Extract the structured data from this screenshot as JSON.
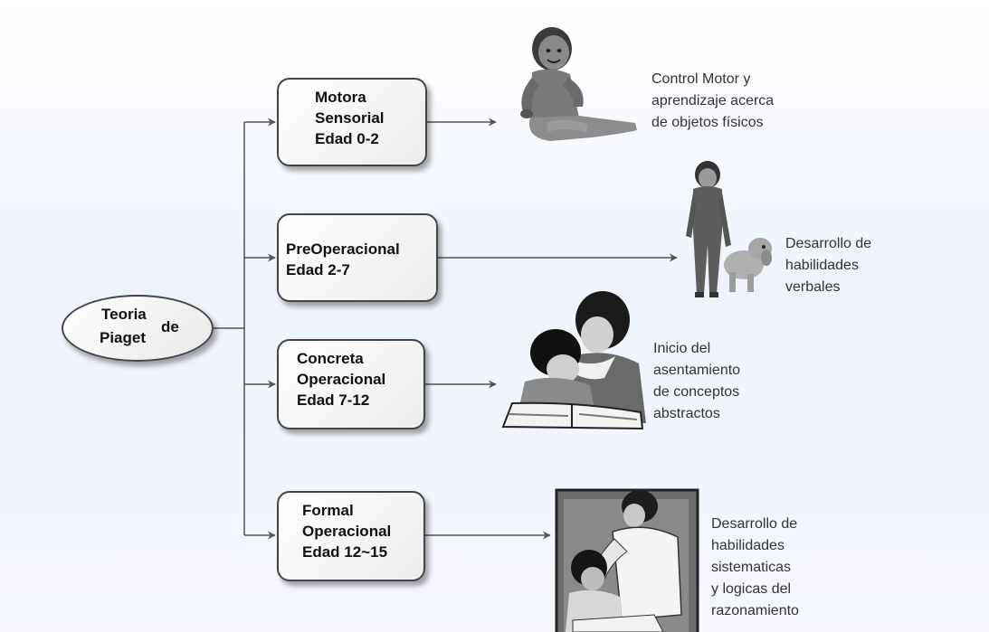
{
  "root": {
    "word1": "Teoria",
    "word2": "de",
    "word3": "Piaget"
  },
  "stages": [
    {
      "lines": [
        "Motora",
        "Sensorial",
        "Edad 0-2"
      ],
      "description": [
        "Control Motor y",
        "aprendizaje acerca",
        "de objetos físicos"
      ]
    },
    {
      "lines": [
        "PreOperacional",
        "Edad 2-7"
      ],
      "description": [
        "Desarrollo de",
        "habilidades",
        "verbales"
      ]
    },
    {
      "lines": [
        "Concreta",
        "Operacional",
        "Edad 7-12"
      ],
      "description": [
        "Inicio del",
        "asentamiento",
        "de conceptos",
        "abstractos"
      ]
    },
    {
      "lines": [
        "Formal",
        "Operacional",
        "Edad 12~15"
      ],
      "description": [
        "Desarrollo de",
        "habilidades",
        "sistematicas",
        "y logicas del",
        "razonamiento"
      ]
    }
  ],
  "images": [
    "baby-illustration",
    "girl-with-dog-illustration",
    "parent-reading-illustration",
    "teacher-student-illustration"
  ],
  "colors": {
    "line": "#555555",
    "box_border": "#444444",
    "text": "#111111",
    "background": "#eef3fb"
  }
}
